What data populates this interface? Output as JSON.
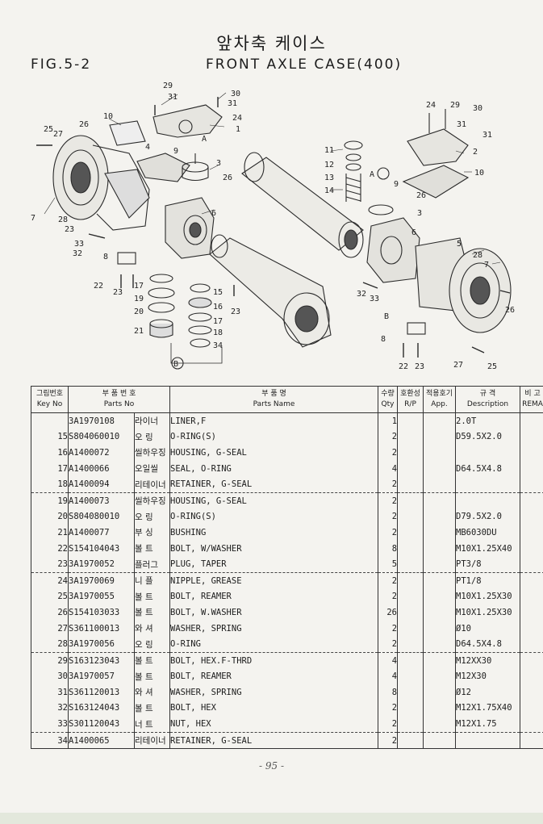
{
  "header": {
    "title_ko": "앞차축 케이스",
    "fig_label": "FIG.5-2",
    "title_en": "FRONT AXLE CASE(400)"
  },
  "diagram": {
    "callouts": [
      "29",
      "31",
      "30",
      "31",
      "24",
      "1",
      "10",
      "26",
      "25",
      "27",
      "4",
      "9",
      "A",
      "3",
      "26",
      "7",
      "28",
      "23",
      "33",
      "32",
      "8",
      "22",
      "23",
      "6",
      "17",
      "19",
      "20",
      "21",
      "15",
      "16",
      "17",
      "18",
      "34",
      "B",
      "23",
      "11",
      "12",
      "13",
      "14",
      "A",
      "24",
      "29",
      "30",
      "31",
      "31",
      "2",
      "10",
      "9",
      "26",
      "3",
      "6",
      "5",
      "28",
      "7",
      "32",
      "33",
      "B",
      "8",
      "22",
      "23",
      "27",
      "25",
      "26"
    ]
  },
  "table": {
    "headers": {
      "key_ko": "그림번호",
      "key_en": "Key No",
      "pn_ko": "부 품 번 호",
      "pn_en": "Parts No",
      "name_ko": "부 품 명",
      "name_en": "Parts Name",
      "qty_ko": "수량",
      "qty_en": "Qty",
      "rp_ko": "호환성",
      "rp_en": "R/P",
      "app_ko": "적용호기",
      "app_en": "App.",
      "desc_ko": "규 격",
      "desc_en": "Description",
      "rema_ko": "비 고",
      "rema_en": "REMA"
    },
    "rows": [
      {
        "key": "",
        "pn": "3A1970108",
        "ko": "라이너",
        "name": "LINER,F",
        "qty": "1",
        "desc": "2.0T"
      },
      {
        "key": "15",
        "pn": "S804060010",
        "ko": "오 링",
        "name": "O-RING(S)",
        "qty": "2",
        "desc": "D59.5X2.0"
      },
      {
        "key": "16",
        "pn": "A1400072",
        "ko": "씰하우징",
        "name": "HOUSING, G-SEAL",
        "qty": "2",
        "desc": ""
      },
      {
        "key": "17",
        "pn": "A1400066",
        "ko": "오일씰",
        "name": "SEAL, O-RING",
        "qty": "4",
        "desc": "D64.5X4.8"
      },
      {
        "key": "18",
        "pn": "A1400094",
        "ko": "리테이너",
        "name": "RETAINER, G-SEAL",
        "qty": "2",
        "desc": ""
      },
      {
        "key": "19",
        "pn": "A1400073",
        "ko": "씰하우징",
        "name": "HOUSING, G-SEAL",
        "qty": "2",
        "desc": ""
      },
      {
        "key": "20",
        "pn": "S804080010",
        "ko": "오 링",
        "name": "O-RING(S)",
        "qty": "2",
        "desc": "D79.5X2.0"
      },
      {
        "key": "21",
        "pn": "A1400077",
        "ko": "부 싱",
        "name": "BUSHING",
        "qty": "2",
        "desc": "MB6030DU"
      },
      {
        "key": "22",
        "pn": "S154104043",
        "ko": "볼 트",
        "name": "BOLT, W/WASHER",
        "qty": "8",
        "desc": "M10X1.25X40"
      },
      {
        "key": "23",
        "pn": "3A1970052",
        "ko": "플러그",
        "name": "PLUG, TAPER",
        "qty": "5",
        "desc": "PT3/8"
      },
      {
        "key": "24",
        "pn": "3A1970069",
        "ko": "니 플",
        "name": "NIPPLE, GREASE",
        "qty": "2",
        "desc": "PT1/8"
      },
      {
        "key": "25",
        "pn": "3A1970055",
        "ko": "볼 트",
        "name": "BOLT, REAMER",
        "qty": "2",
        "desc": "M10X1.25X30"
      },
      {
        "key": "26",
        "pn": "S154103033",
        "ko": "볼 트",
        "name": "BOLT, W.WASHER",
        "qty": "26",
        "desc": "M10X1.25X30"
      },
      {
        "key": "27",
        "pn": "S361100013",
        "ko": "와 셔",
        "name": "WASHER, SPRING",
        "qty": "2",
        "desc": "Ø10"
      },
      {
        "key": "28",
        "pn": "3A1970056",
        "ko": "오 링",
        "name": "O-RING",
        "qty": "2",
        "desc": "D64.5X4.8"
      },
      {
        "key": "29",
        "pn": "S163123043",
        "ko": "볼 트",
        "name": "BOLT, HEX.F-THRD",
        "qty": "4",
        "desc": "M12XX30"
      },
      {
        "key": "30",
        "pn": "3A1970057",
        "ko": "볼 트",
        "name": "BOLT, REAMER",
        "qty": "4",
        "desc": "M12X30"
      },
      {
        "key": "31",
        "pn": "S361120013",
        "ko": "와 셔",
        "name": "WASHER, SPRING",
        "qty": "8",
        "desc": "Ø12"
      },
      {
        "key": "32",
        "pn": "S163124043",
        "ko": "볼 트",
        "name": "BOLT, HEX",
        "qty": "2",
        "desc": "M12X1.75X40"
      },
      {
        "key": "33",
        "pn": "S301120043",
        "ko": "너 트",
        "name": "NUT, HEX",
        "qty": "2",
        "desc": "M12X1.75"
      },
      {
        "key": "34",
        "pn": "A1400065",
        "ko": "리테이너",
        "name": "RETAINER, G-SEAL",
        "qty": "2",
        "desc": ""
      }
    ]
  },
  "footer": {
    "page_no": "- 95 -"
  }
}
